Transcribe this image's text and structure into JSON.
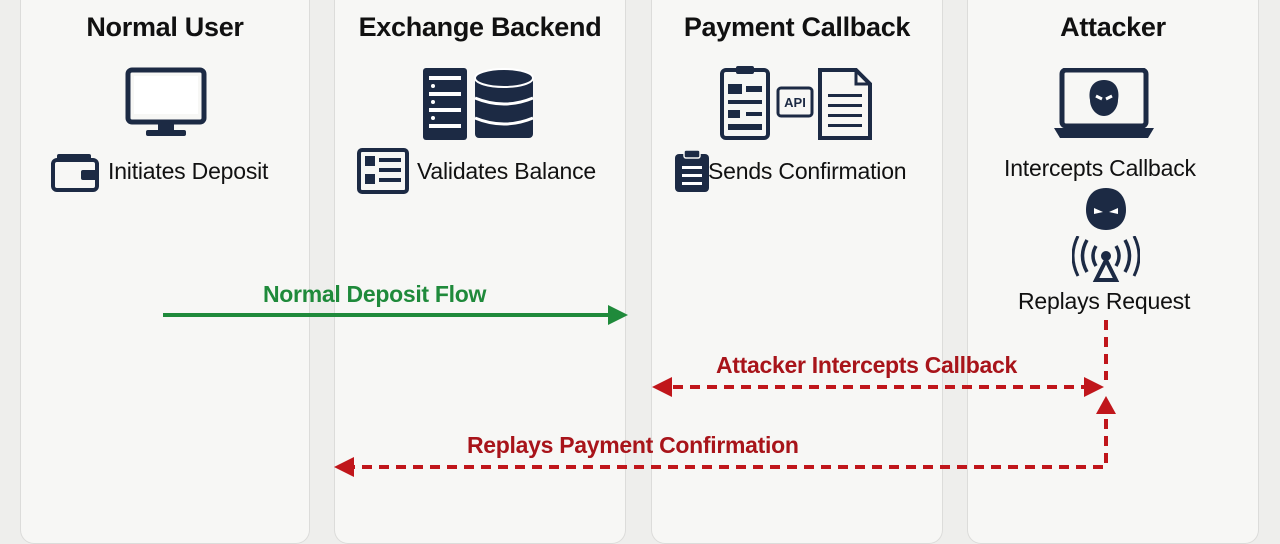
{
  "lanes": [
    {
      "title": "Normal User",
      "icon": "monitor-icon",
      "step": {
        "label": "Initiates Deposit",
        "icon": "wallet-icon"
      }
    },
    {
      "title": "Exchange Backend",
      "icon": "server-database-icon",
      "step": {
        "label": "Validates Balance",
        "icon": "ledger-icon"
      }
    },
    {
      "title": "Payment Callback",
      "icon": "api-document-icon",
      "step": {
        "label": "Sends Confirmation",
        "icon": "clipboard-icon"
      }
    },
    {
      "title": "Attacker",
      "icon": "hacker-laptop-icon",
      "step": {
        "label": "Intercepts Callback",
        "icon": "hacker-head-icon"
      },
      "step2": {
        "label": "Replays Request",
        "icon": "broadcast-antenna-icon"
      }
    }
  ],
  "flows": [
    {
      "label": "Normal Deposit Flow",
      "style": "solid",
      "color": "#1f8a3b"
    },
    {
      "label": "Attacker Intercepts Callback",
      "style": "dashed",
      "color": "#c0161b"
    },
    {
      "label": "Replays Payment Confirmation",
      "style": "dashed",
      "color": "#c0161b"
    }
  ],
  "colors": {
    "normal": "#1f8a3b",
    "attack": "#c0161b",
    "icon": "#1c2a44"
  }
}
